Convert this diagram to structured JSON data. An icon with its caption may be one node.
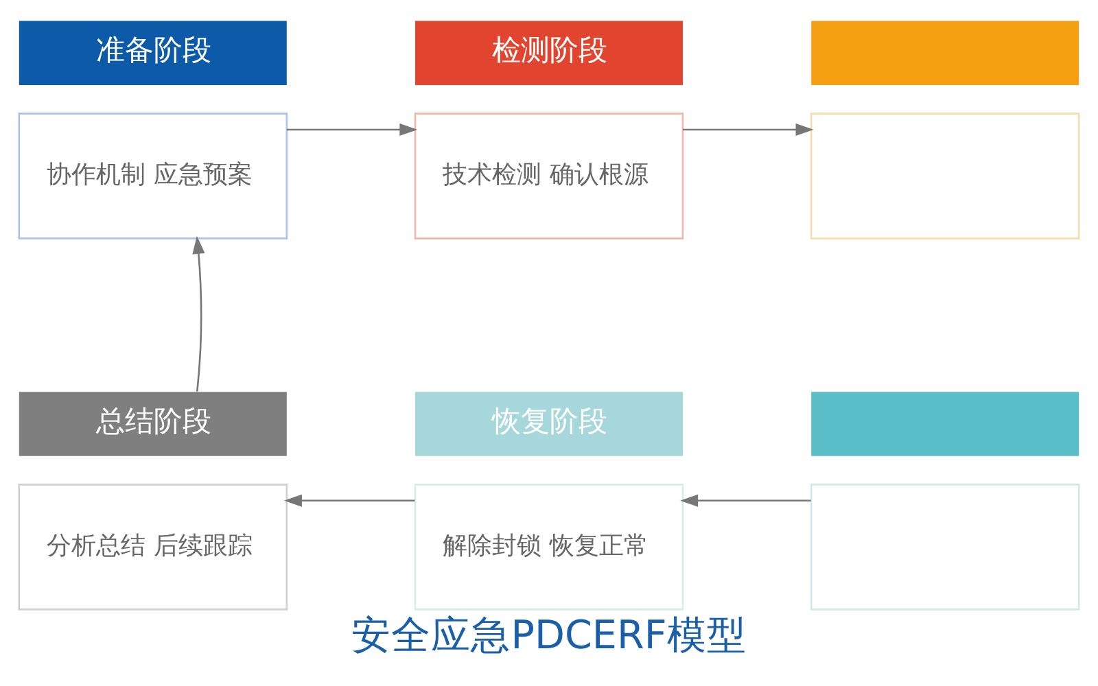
{
  "diagram": {
    "title": "安全应急PDCERF模型",
    "nodes": [
      {
        "text": [
          "准备阶段",
          "协作机制 应急预案"
        ]
      },
      {
        "text": [
          "检测阶段",
          "技术检测 确认根源"
        ]
      },
      {
        "text": [],
        "shape": "box"
      },
      {
        "text": [
          "总结阶段",
          "分析总结 后续跟踪"
        ]
      },
      {
        "text": [
          "恢复阶段",
          "解除封锁 恢复正常"
        ]
      },
      {
        "text": [],
        "shape": "box"
      }
    ],
    "edges": [
      {
        "from": 0,
        "to": 1,
        "arrow": "to"
      },
      {
        "from": 1,
        "to": 2,
        "arrow": "to"
      },
      {
        "from": 5,
        "to": 4,
        "arrow": "to"
      },
      {
        "from": 4,
        "to": 3,
        "arrow": "to"
      },
      {
        "from": 3,
        "to": 0,
        "arrow": "to"
      }
    ]
  }
}
